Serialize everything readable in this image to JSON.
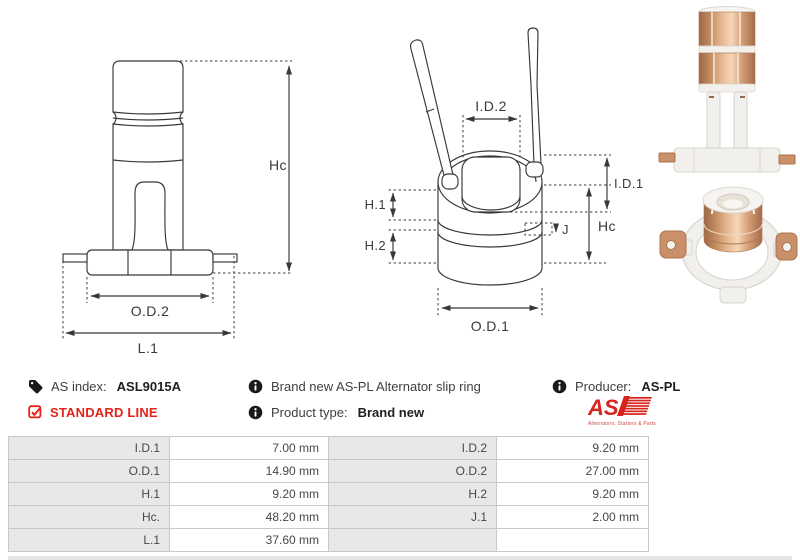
{
  "header": {
    "as_index_label": "AS index:",
    "as_index_value": "ASL9015A",
    "standard_line_label": "STANDARD LINE",
    "description": "Brand new AS-PL Alternator slip ring",
    "product_type_label": "Product type:",
    "product_type_value": "Brand new",
    "producer_label": "Producer:",
    "producer_value": "AS-PL"
  },
  "logo": {
    "text": "AS",
    "tagline": "Alternators, Starters & Parts"
  },
  "drawing_labels": {
    "side": {
      "hc": "Hc",
      "od2": "O.D.2",
      "l1": "L.1"
    },
    "front": {
      "id2": "I.D.2",
      "id1": "I.D.1",
      "hc": "Hc",
      "j": "J",
      "h1": "H.1",
      "h2": "H.2",
      "od1": "O.D.1"
    }
  },
  "colors": {
    "accent_red": "#e2231a",
    "line": "#383838",
    "table_label_bg": "#e8e8e8",
    "table_border": "#c9c9c9"
  },
  "dimensions_table": {
    "rows": [
      {
        "c": [
          "I.D.1",
          "7.00 mm",
          "I.D.2",
          "9.20 mm"
        ]
      },
      {
        "c": [
          "O.D.1",
          "14.90 mm",
          "O.D.2",
          "27.00 mm"
        ]
      },
      {
        "c": [
          "H.1",
          "9.20 mm",
          "H.2",
          "9.20 mm"
        ]
      },
      {
        "c": [
          "Hc.",
          "48.20 mm",
          "J.1",
          "2.00 mm"
        ]
      },
      {
        "c": [
          "L.1",
          "37.60 mm",
          "",
          ""
        ]
      }
    ]
  }
}
